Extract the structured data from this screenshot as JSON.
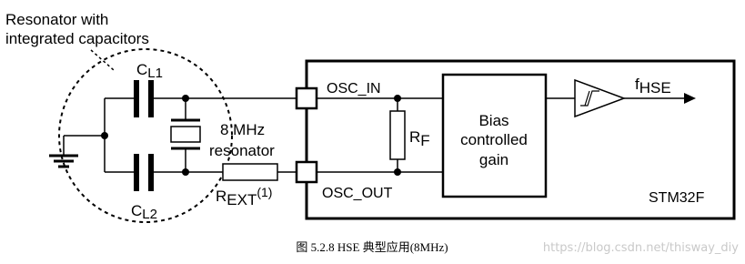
{
  "labels": {
    "resonator_title_line1": "Resonator with",
    "resonator_title_line2": "integrated capacitors",
    "cl1": "C",
    "cl1_sub": "L1",
    "cl2": "C",
    "cl2_sub": "L2",
    "resonator_line1": "8 MHz",
    "resonator_line2": "resonator",
    "rext": "R",
    "rext_sub": "EXT",
    "rext_note": "(1)",
    "osc_in": "OSC_IN",
    "osc_out": "OSC_OUT",
    "rf": "R",
    "rf_sub": "F",
    "bias_line1": "Bias",
    "bias_line2": "controlled",
    "bias_line3": "gain",
    "fhse": "f",
    "fhse_sub": "HSE",
    "chip": "STM32F"
  },
  "caption": "图  5.2.8 HSE 典型应用(8MHz)",
  "watermark": "https://blog.csdn.net/thisway_diy"
}
